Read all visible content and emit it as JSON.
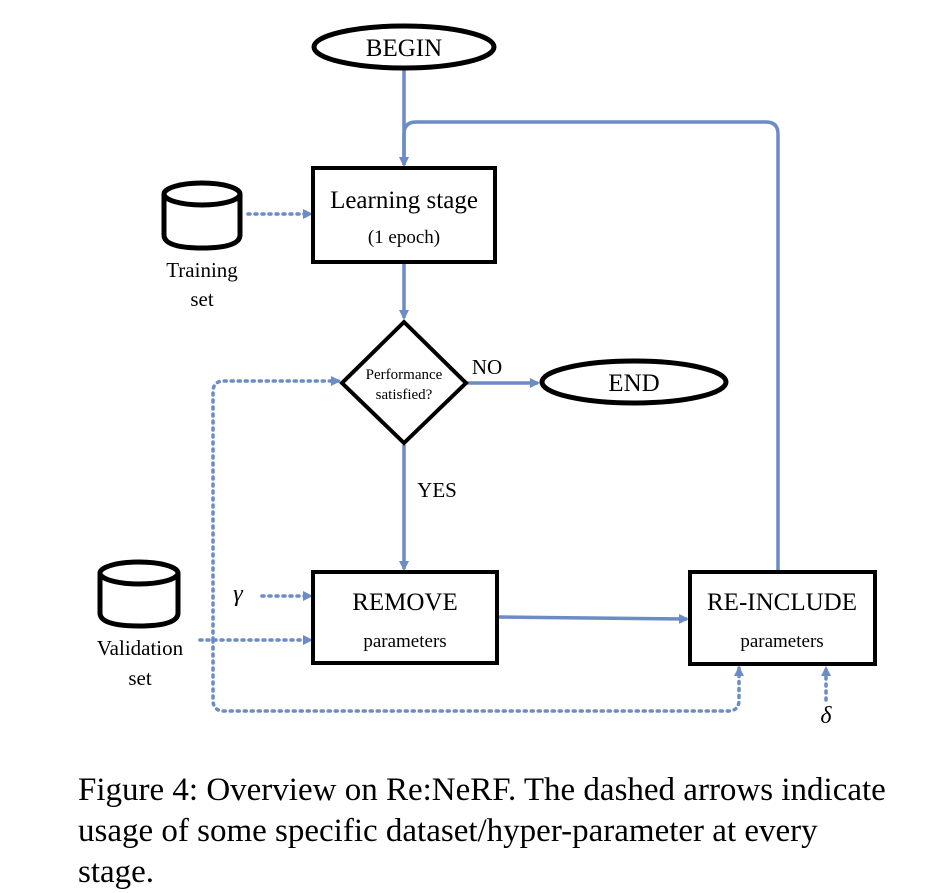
{
  "colors": {
    "arrow": "#6b8cc4",
    "outline": "#000000",
    "background": "#ffffff"
  },
  "nodes": {
    "begin": "BEGIN",
    "learning_title": "Learning stage",
    "learning_sub": "(1 epoch)",
    "decision_line1": "Performance",
    "decision_line2": "satisfied?",
    "end": "END",
    "remove_title": "REMOVE",
    "remove_sub": "parameters",
    "reinclude_title": "RE-INCLUDE",
    "reinclude_sub": "parameters"
  },
  "data_sources": {
    "training_line1": "Training",
    "training_line2": "set",
    "validation_line1": "Validation",
    "validation_line2": "set"
  },
  "icons": {
    "dataset": "database-cylinder-icon"
  },
  "edge_labels": {
    "no": "NO",
    "yes": "YES"
  },
  "hyperparameters": {
    "gamma": "γ",
    "delta": "δ"
  },
  "caption": {
    "text": "Figure 4: Overview on Re:NeRF. The dashed arrows indicate usage of some specific dataset/hyper-parameter at every stage."
  }
}
